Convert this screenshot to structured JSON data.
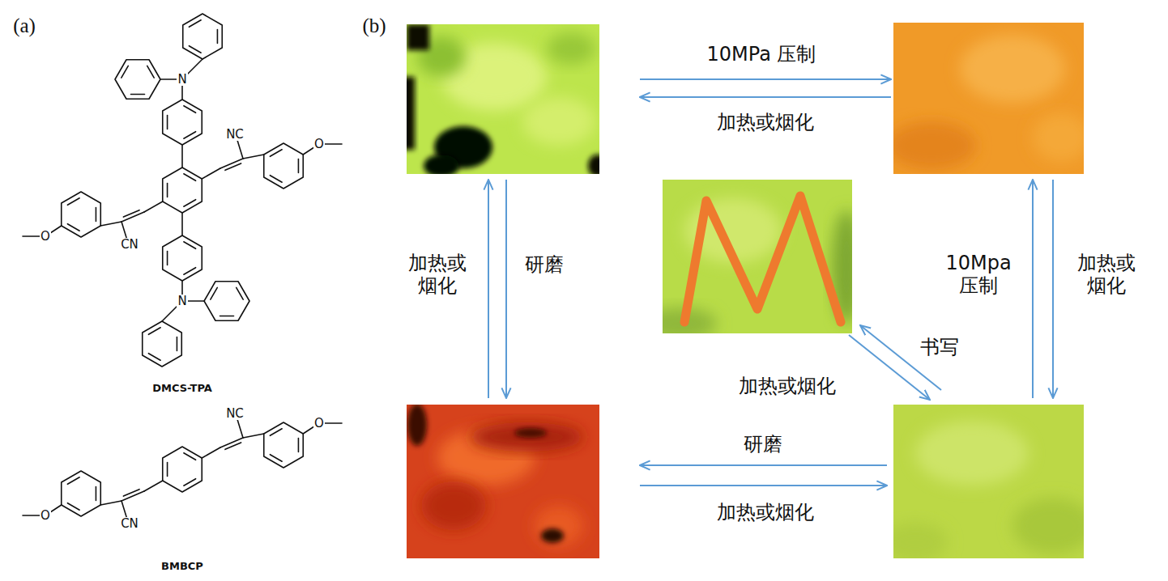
{
  "diagram": {
    "labels": [
      "(a)",
      "(b)",
      "N",
      "NC",
      "O",
      "CN",
      "O",
      "N",
      "DMCS-TPA",
      "NC",
      "O",
      "CN",
      "O",
      "BMBCP",
      "10MPa 压制",
      "加热或烟化",
      "加热或烟化",
      "研磨",
      "10Mpa 压制",
      "加热或烟化",
      "书写",
      "加热或烟化",
      "研磨",
      "加热或烟化"
    ]
  }
}
